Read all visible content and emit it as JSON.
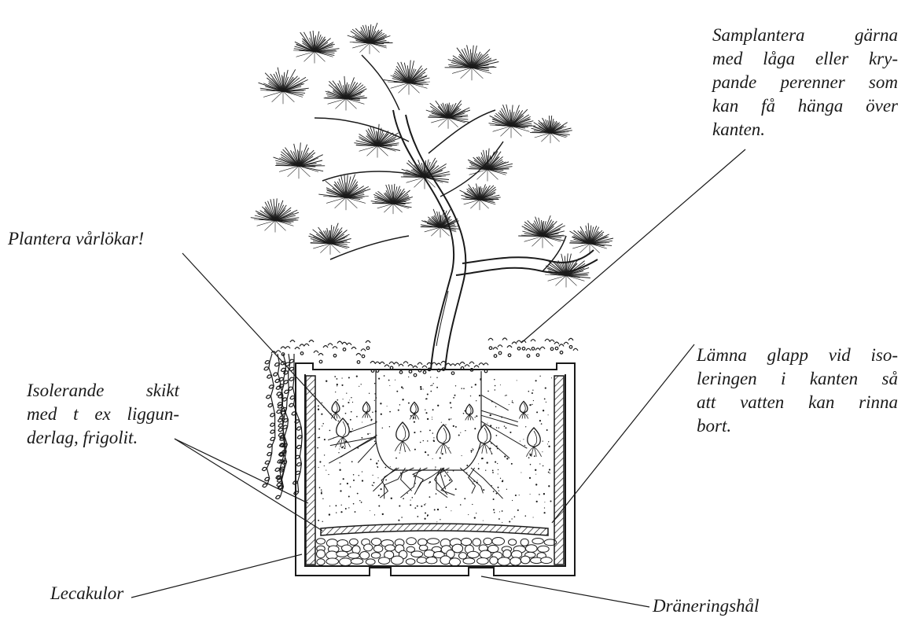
{
  "labels": {
    "samplantera": {
      "lines": [
        "Samplantera gärna",
        "med låga eller kry-",
        "pande perenner som",
        "kan få hänga över",
        "kanten."
      ]
    },
    "plantera": {
      "lines": [
        "Plantera vårlökar!"
      ]
    },
    "lamna": {
      "lines": [
        "Lämna glapp vid iso-",
        "leringen i kanten så",
        "att vatten kan rinna",
        "bort."
      ]
    },
    "isolerande": {
      "lines": [
        "Isolerande skikt",
        "med t ex liggun-",
        "derlag, frigolit."
      ]
    },
    "lecakulor": {
      "lines": [
        "Lecakulor"
      ]
    },
    "dranering": {
      "lines": [
        "Dräneringshål"
      ]
    }
  },
  "colors": {
    "ink": "#1a1a1a",
    "background": "#ffffff"
  }
}
